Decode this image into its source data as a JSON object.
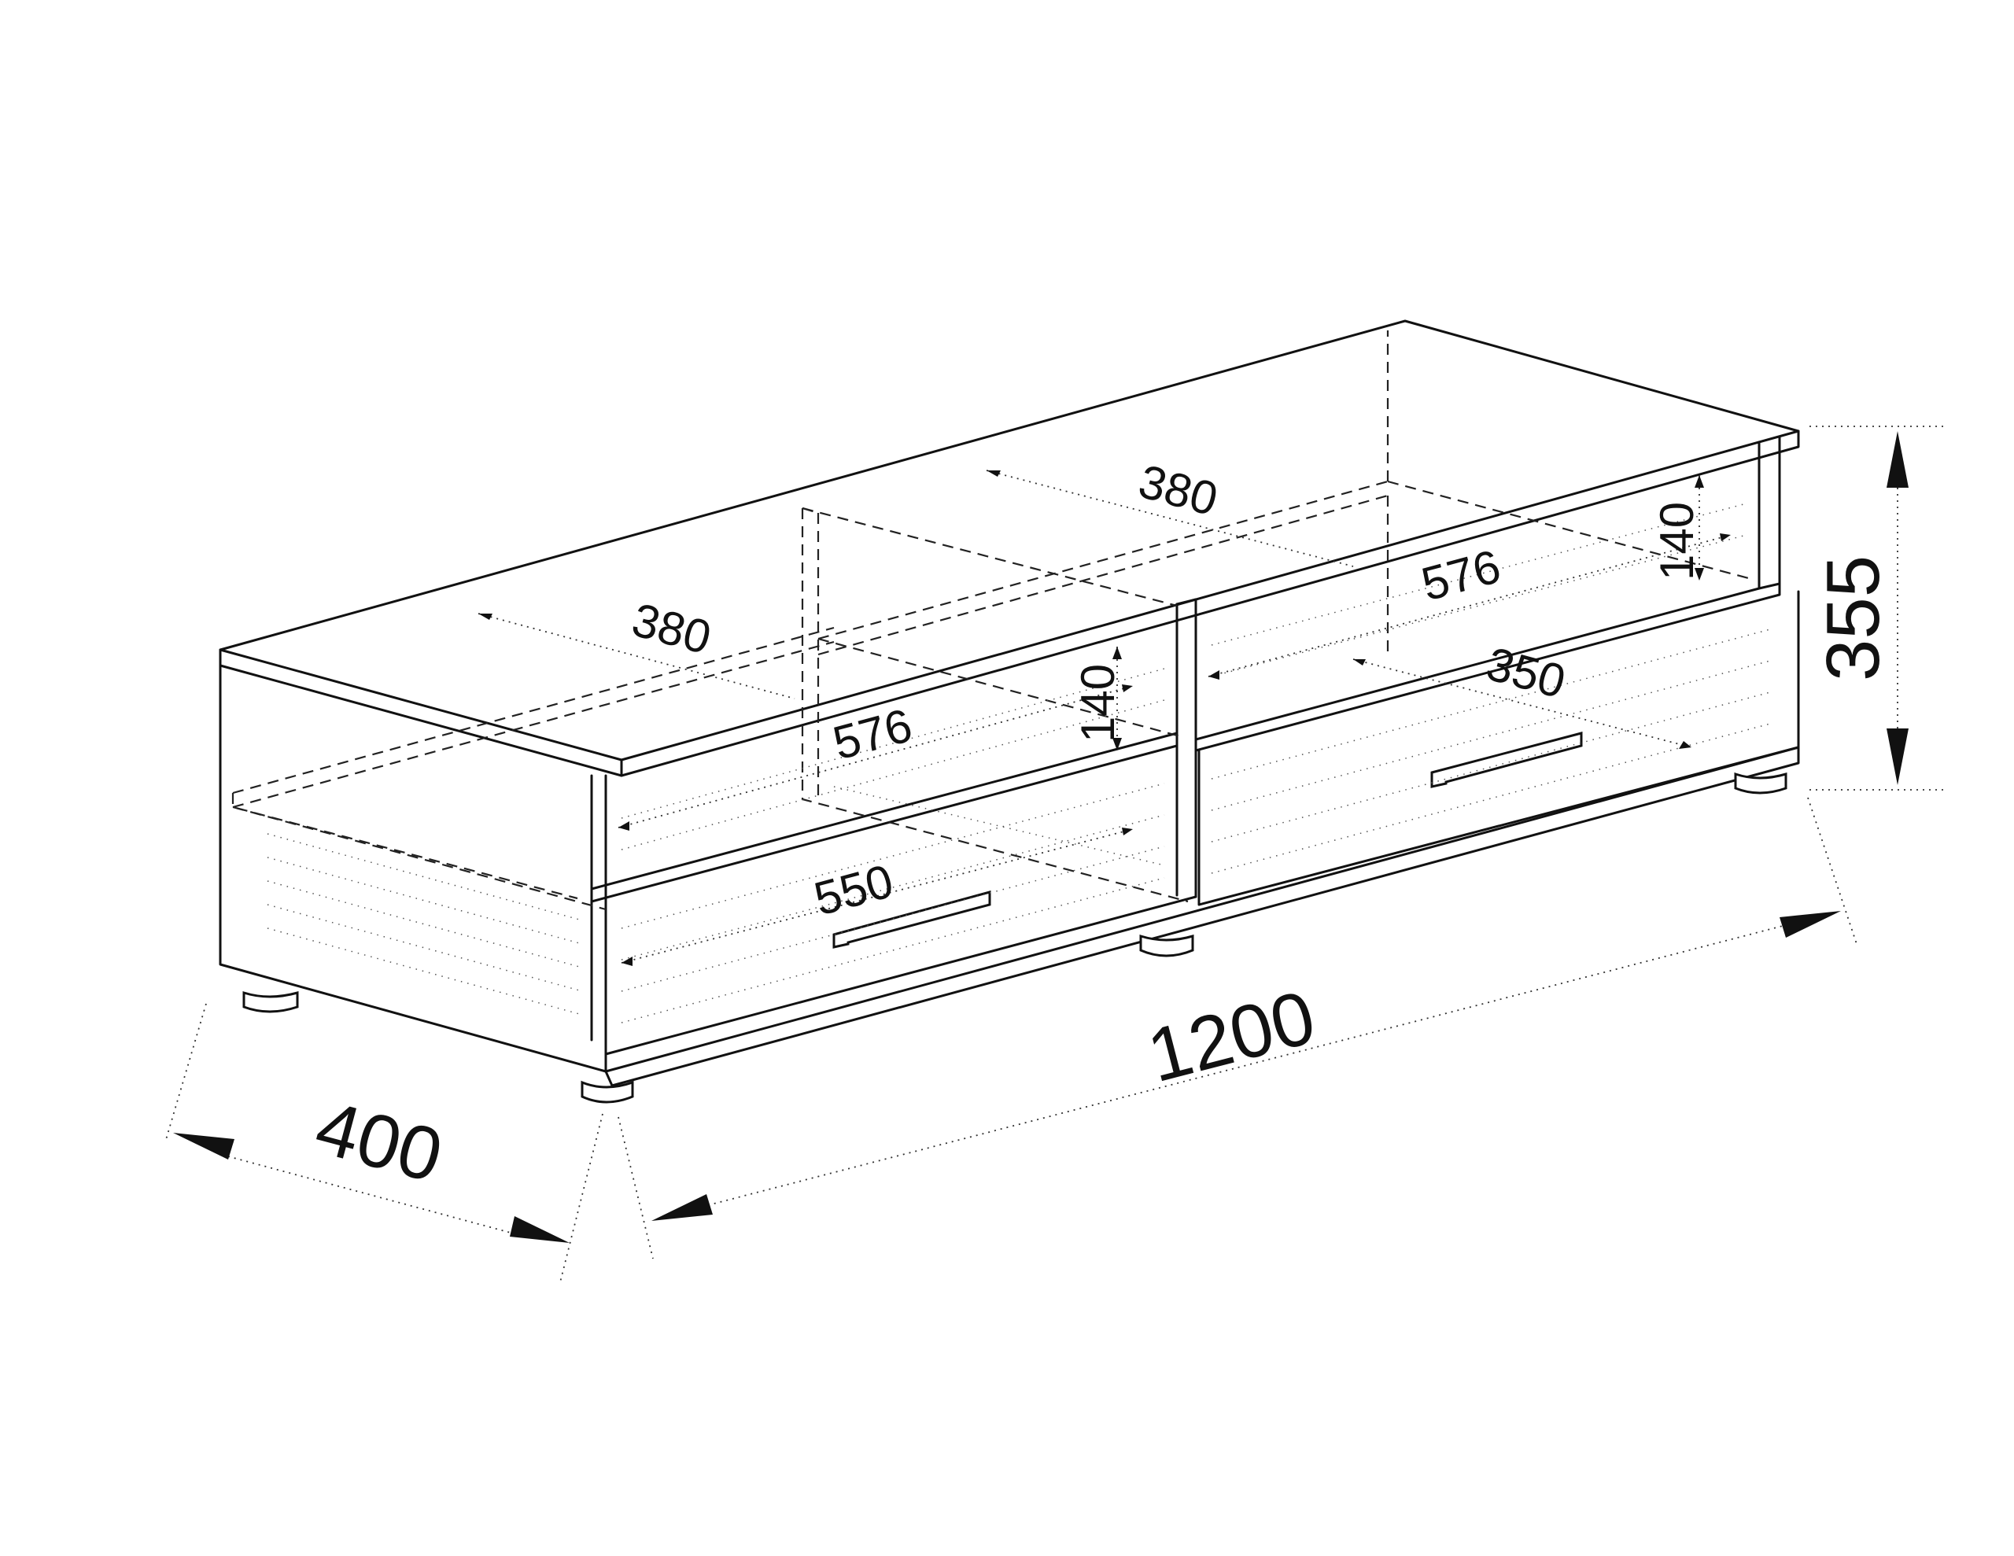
{
  "dimensions": {
    "overall_width": "1200",
    "overall_depth": "400",
    "overall_height": "355",
    "left_shelf_depth": "380",
    "right_shelf_depth": "380",
    "left_shelf_width": "576",
    "right_shelf_width": "576",
    "left_shelf_height": "140",
    "right_shelf_height": "140",
    "left_drawer_width": "550",
    "right_drawer_depth": "350"
  },
  "colors": {
    "line": "#111111",
    "background": "#ffffff"
  }
}
